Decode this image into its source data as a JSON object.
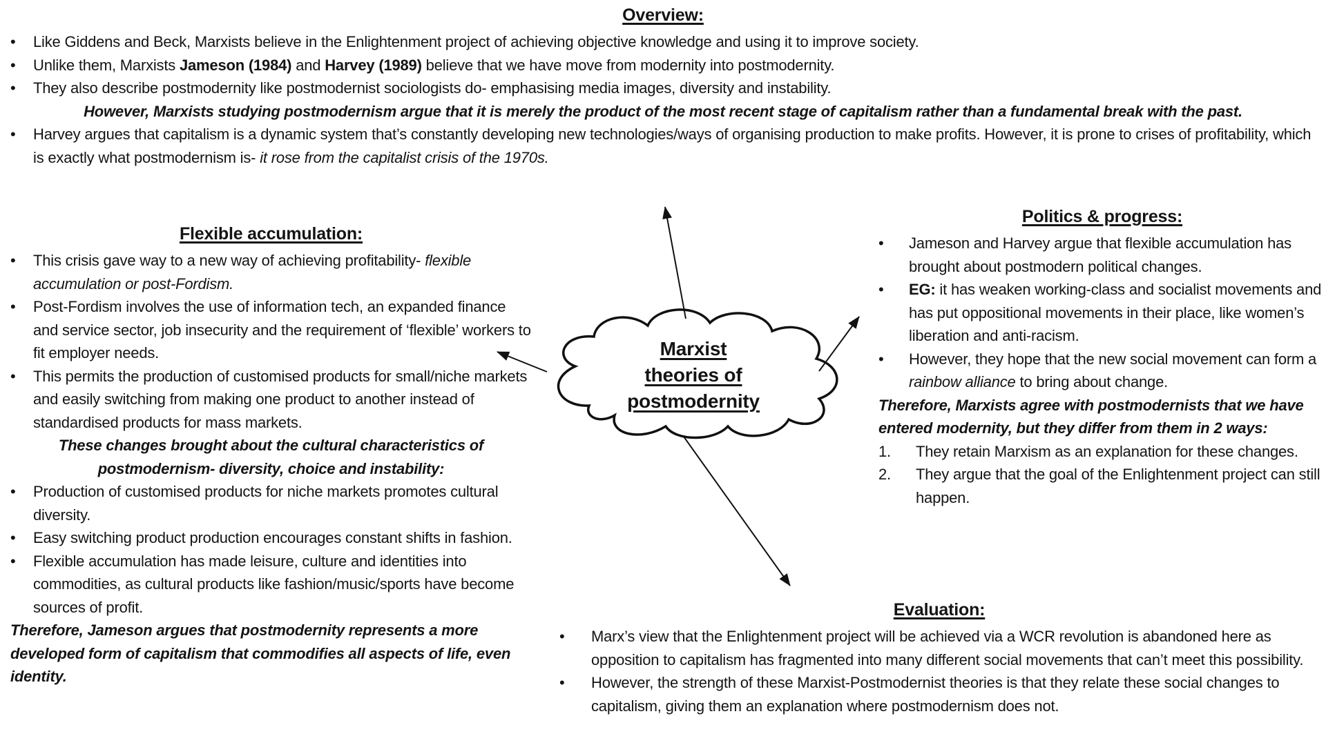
{
  "page": {
    "background_color": "#ffffff",
    "text_color": "#141414",
    "accent_color": "#000000"
  },
  "center_cloud": {
    "lines": [
      "Marxist",
      "theories of",
      "postmodernity"
    ]
  },
  "sections": {
    "overview": {
      "title": "Overview:",
      "items": [
        {
          "kind": "bullet",
          "runs": [
            {
              "t": "Like Giddens and Beck, Marxists believe in the Enlightenment project of achieving objective knowledge and using it to improve society."
            }
          ]
        },
        {
          "kind": "bullet",
          "runs": [
            {
              "t": "Unlike them, Marxists "
            },
            {
              "t": "Jameson (1984)",
              "b": true
            },
            {
              "t": " and "
            },
            {
              "t": "Harvey (1989)",
              "b": true
            },
            {
              "t": " believe that we have move from modernity into postmodernity."
            }
          ]
        },
        {
          "kind": "bullet",
          "runs": [
            {
              "t": "They also describe postmodernity like postmodernist sociologists do- emphasising media images, diversity and instability."
            }
          ]
        },
        {
          "kind": "center",
          "runs": [
            {
              "t": "However, Marxists studying postmodernism argue that it is merely the product of the most recent stage of capitalism rather than a fundamental break with the past."
            }
          ]
        },
        {
          "kind": "bullet",
          "runs": [
            {
              "t": "Harvey argues that capitalism is a dynamic system that’s constantly developing new technologies/ways of organising production to make profits. However, it is prone to crises of profitability, which is exactly what postmodernism is- "
            },
            {
              "t": "it rose from the capitalist crisis of the 1970s.",
              "i": true
            }
          ]
        }
      ]
    },
    "flexible": {
      "title": "Flexible accumulation:",
      "items": [
        {
          "kind": "bullet",
          "runs": [
            {
              "t": "This crisis gave way to a new way of achieving profitability- "
            },
            {
              "t": "flexible accumulation or post-Fordism.",
              "i": true
            }
          ]
        },
        {
          "kind": "bullet",
          "runs": [
            {
              "t": "Post-Fordism involves the use of information tech, an expanded finance and service sector, job insecurity and the requirement of ‘flexible’ workers to fit employer needs."
            }
          ]
        },
        {
          "kind": "bullet",
          "runs": [
            {
              "t": "This permits the production of customised products for small/niche markets and easily switching from making one product to another instead of standardised products for mass markets."
            }
          ]
        },
        {
          "kind": "center",
          "runs": [
            {
              "t": "These changes brought about the cultural characteristics of postmodernism- diversity, choice and instability:"
            }
          ]
        },
        {
          "kind": "bullet",
          "runs": [
            {
              "t": "Production of customised products for niche markets promotes cultural diversity."
            }
          ]
        },
        {
          "kind": "bullet",
          "runs": [
            {
              "t": "Easy switching product production encourages constant shifts in fashion."
            }
          ]
        },
        {
          "kind": "bullet",
          "runs": [
            {
              "t": "Flexible accumulation has made leisure, culture and identities into commodities, as cultural products like fashion/music/sports have become sources of profit."
            }
          ]
        },
        {
          "kind": "left",
          "runs": [
            {
              "t": "Therefore, Jameson argues that postmodernity represents a more developed form of capitalism that commodifies all aspects of life, even identity."
            }
          ]
        }
      ]
    },
    "politics": {
      "title": "Politics & progress:",
      "items": [
        {
          "kind": "bullet",
          "runs": [
            {
              "t": "Jameson and Harvey argue that flexible accumulation has brought about postmodern political changes."
            }
          ]
        },
        {
          "kind": "bullet",
          "runs": [
            {
              "t": "EG:",
              "b": true
            },
            {
              "t": " it has weaken working-class and socialist movements and has put oppositional movements in their place, like women’s liberation and anti-racism."
            }
          ]
        },
        {
          "kind": "bullet",
          "runs": [
            {
              "t": "However, they hope that the new social movement can form a "
            },
            {
              "t": "rainbow alliance",
              "i": true
            },
            {
              "t": " to bring about change."
            }
          ]
        },
        {
          "kind": "left",
          "runs": [
            {
              "t": "Therefore, Marxists agree with postmodernists that we have entered modernity, but they differ from them in 2 ways:"
            }
          ]
        },
        {
          "kind": "num",
          "num": "1.",
          "runs": [
            {
              "t": "They retain Marxism as an explanation for these changes."
            }
          ]
        },
        {
          "kind": "num",
          "num": "2.",
          "runs": [
            {
              "t": "They argue that the goal of the Enlightenment project can still happen."
            }
          ]
        }
      ]
    },
    "evaluation": {
      "title": "Evaluation:",
      "items": [
        {
          "kind": "bullet",
          "runs": [
            {
              "t": "Marx’s view that the Enlightenment project will be achieved via a WCR revolution is abandoned here as opposition to capitalism has fragmented into many different social movements that can’t meet this possibility."
            }
          ]
        },
        {
          "kind": "bullet",
          "runs": [
            {
              "t": "However, the strength of these Marxist-Postmodernist theories is that they relate these social changes to capitalism, giving them an explanation where postmodernism does not."
            }
          ]
        }
      ]
    }
  }
}
